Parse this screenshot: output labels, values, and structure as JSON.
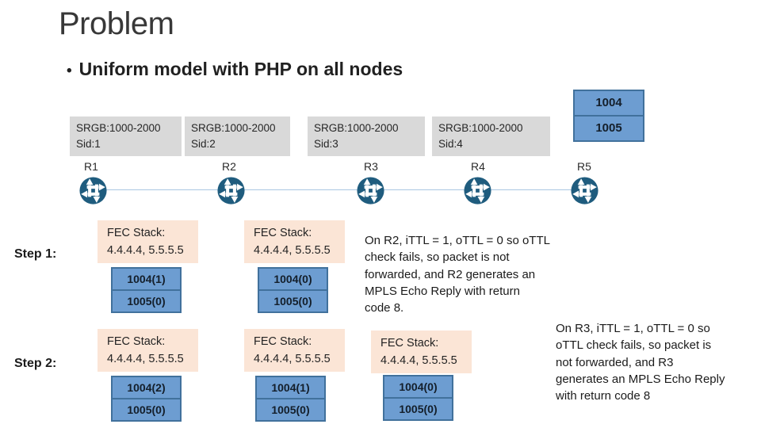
{
  "title": "Problem",
  "bullet_glyph": "•",
  "bullet_text": "Uniform model with PHP on all nodes",
  "srgb_boxes": [
    {
      "line1": "SRGB:1000-2000",
      "line2": "Sid:1"
    },
    {
      "line1": "SRGB:1000-2000",
      "line2": "Sid:2"
    },
    {
      "line1": "SRGB:1000-2000",
      "line2": "Sid:3"
    },
    {
      "line1": "SRGB:1000-2000",
      "line2": "Sid:4"
    }
  ],
  "r5_label_stack": [
    "1004",
    "1005"
  ],
  "routers": [
    "R1",
    "R2",
    "R3",
    "R4",
    "R5"
  ],
  "step1": {
    "label": "Step 1:",
    "fec_stacks": [
      {
        "title": "FEC Stack:",
        "value": "4.4.4.4, 5.5.5.5",
        "labels": [
          "1004(1)",
          "1005(0)"
        ]
      },
      {
        "title": "FEC Stack:",
        "value": "4.4.4.4, 5.5.5.5",
        "labels": [
          "1004(0)",
          "1005(0)"
        ]
      }
    ],
    "note_lines": [
      "On R2, iTTL = 1, oTTL = 0 so oTTL",
      "check fails, so packet is not",
      "forwarded, and R2 generates an",
      "MPLS Echo Reply with return",
      "code 8."
    ]
  },
  "step2": {
    "label": "Step 2:",
    "fec_stacks": [
      {
        "title": "FEC Stack:",
        "value": "4.4.4.4, 5.5.5.5",
        "labels": [
          "1004(2)",
          "1005(0)"
        ]
      },
      {
        "title": "FEC Stack:",
        "value": "4.4.4.4, 5.5.5.5",
        "labels": [
          "1004(1)",
          "1005(0)"
        ]
      },
      {
        "title": "FEC Stack:",
        "value": "4.4.4.4, 5.5.5.5",
        "labels": [
          "1004(0)",
          "1005(0)"
        ]
      }
    ],
    "note_lines": [
      "On R3, iTTL = 1, oTTL = 0 so",
      "oTTL check fails, so packet is",
      "not forwarded, and R3",
      "generates an MPLS Echo Reply",
      "with return code 8"
    ]
  },
  "colors": {
    "label_box_fill": "#6D9DD1",
    "label_box_border": "#41719C",
    "srgb_box_fill": "#D9D9D9",
    "fec_box_fill": "#FBE5D6",
    "router_icon_fill": "#1F5C7E",
    "link_line": "#A9C7E2"
  }
}
